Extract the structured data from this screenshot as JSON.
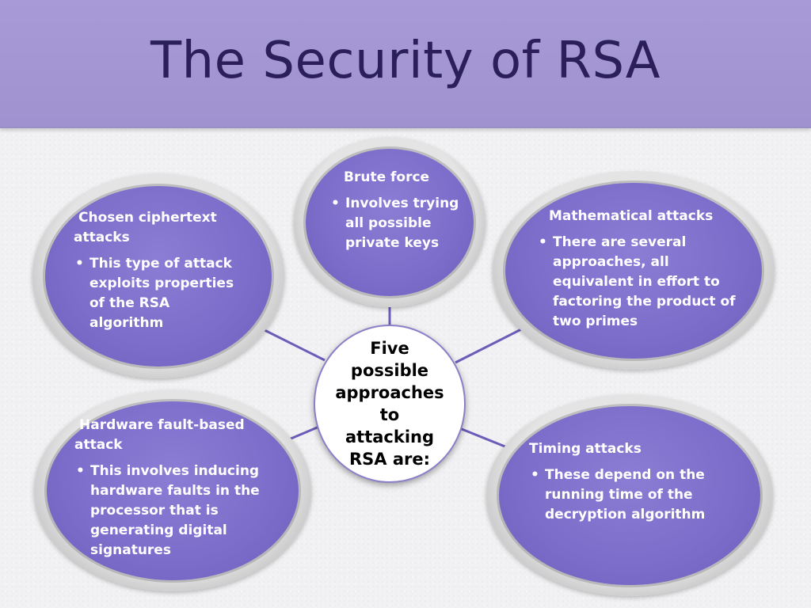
{
  "slide": {
    "title": "The Security of RSA"
  },
  "center": {
    "text": "Five possible approaches to attacking RSA are:"
  },
  "nodes": [
    {
      "heading": "Brute force",
      "bullet": "Involves trying all possible private keys"
    },
    {
      "heading": "Chosen ciphertext attacks",
      "bullet": "This type of attack exploits properties of the RSA algorithm"
    },
    {
      "heading": "Mathematical attacks",
      "bullet": "There are several approaches, all equivalent in effort to factoring the product of two primes"
    },
    {
      "heading": "Hardware fault-based attack",
      "bullet": "This involves inducing hardware faults in the processor that is generating digital signatures"
    },
    {
      "heading": "Timing attacks",
      "bullet": "These depend on the running time of the decryption algorithm"
    }
  ],
  "colors": {
    "header": "#a79ad6",
    "title": "#2b1f5a",
    "node_fill": "#7d6ecb",
    "connector": "#6a5cb8"
  },
  "bullet_glyph": "•"
}
